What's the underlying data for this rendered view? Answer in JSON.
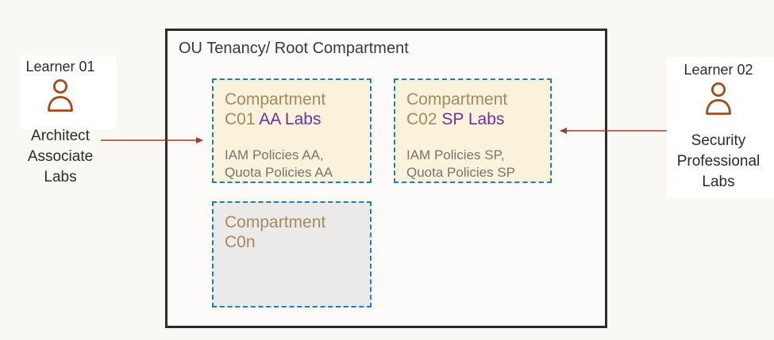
{
  "tenancy": {
    "title": "OU Tenancy/ Root Compartment"
  },
  "compartments": [
    {
      "title_line1": "Compartment",
      "title_line2": "C01",
      "title_suffix": "AA Labs",
      "policy_line1": "IAM Policies AA,",
      "policy_line2": "Quota Policies AA"
    },
    {
      "title_line1": "Compartment",
      "title_line2": "C02",
      "title_suffix": "SP Labs",
      "policy_line1": "IAM Policies SP,",
      "policy_line2": "Quota Policies SP"
    },
    {
      "title_line1": "Compartment",
      "title_line2": "C0n"
    }
  ],
  "learners": [
    {
      "name": "Learner 01",
      "role": "Architect Associate Labs",
      "icon": "person-icon"
    },
    {
      "name": "Learner 02",
      "role": "Security Professional Labs",
      "icon": "person-icon"
    }
  ],
  "colors": {
    "page_bg": "#faf8f5",
    "tenancy_border": "#2b2b2b",
    "tenancy_fill": "#fcfbf9",
    "compartment_border": "#1b7cc4",
    "compartment_fill": "#faf2da",
    "compartment_alt_fill": "#ebeae8",
    "compartment_title": "#a38a62",
    "compartment_highlight": "#7030a0",
    "policy_text": "#7a746d",
    "heading_text": "#3a3a3a",
    "learner_text": "#2c2a28",
    "arrow": "#a23b2b",
    "person_icon": "#a64a19"
  }
}
